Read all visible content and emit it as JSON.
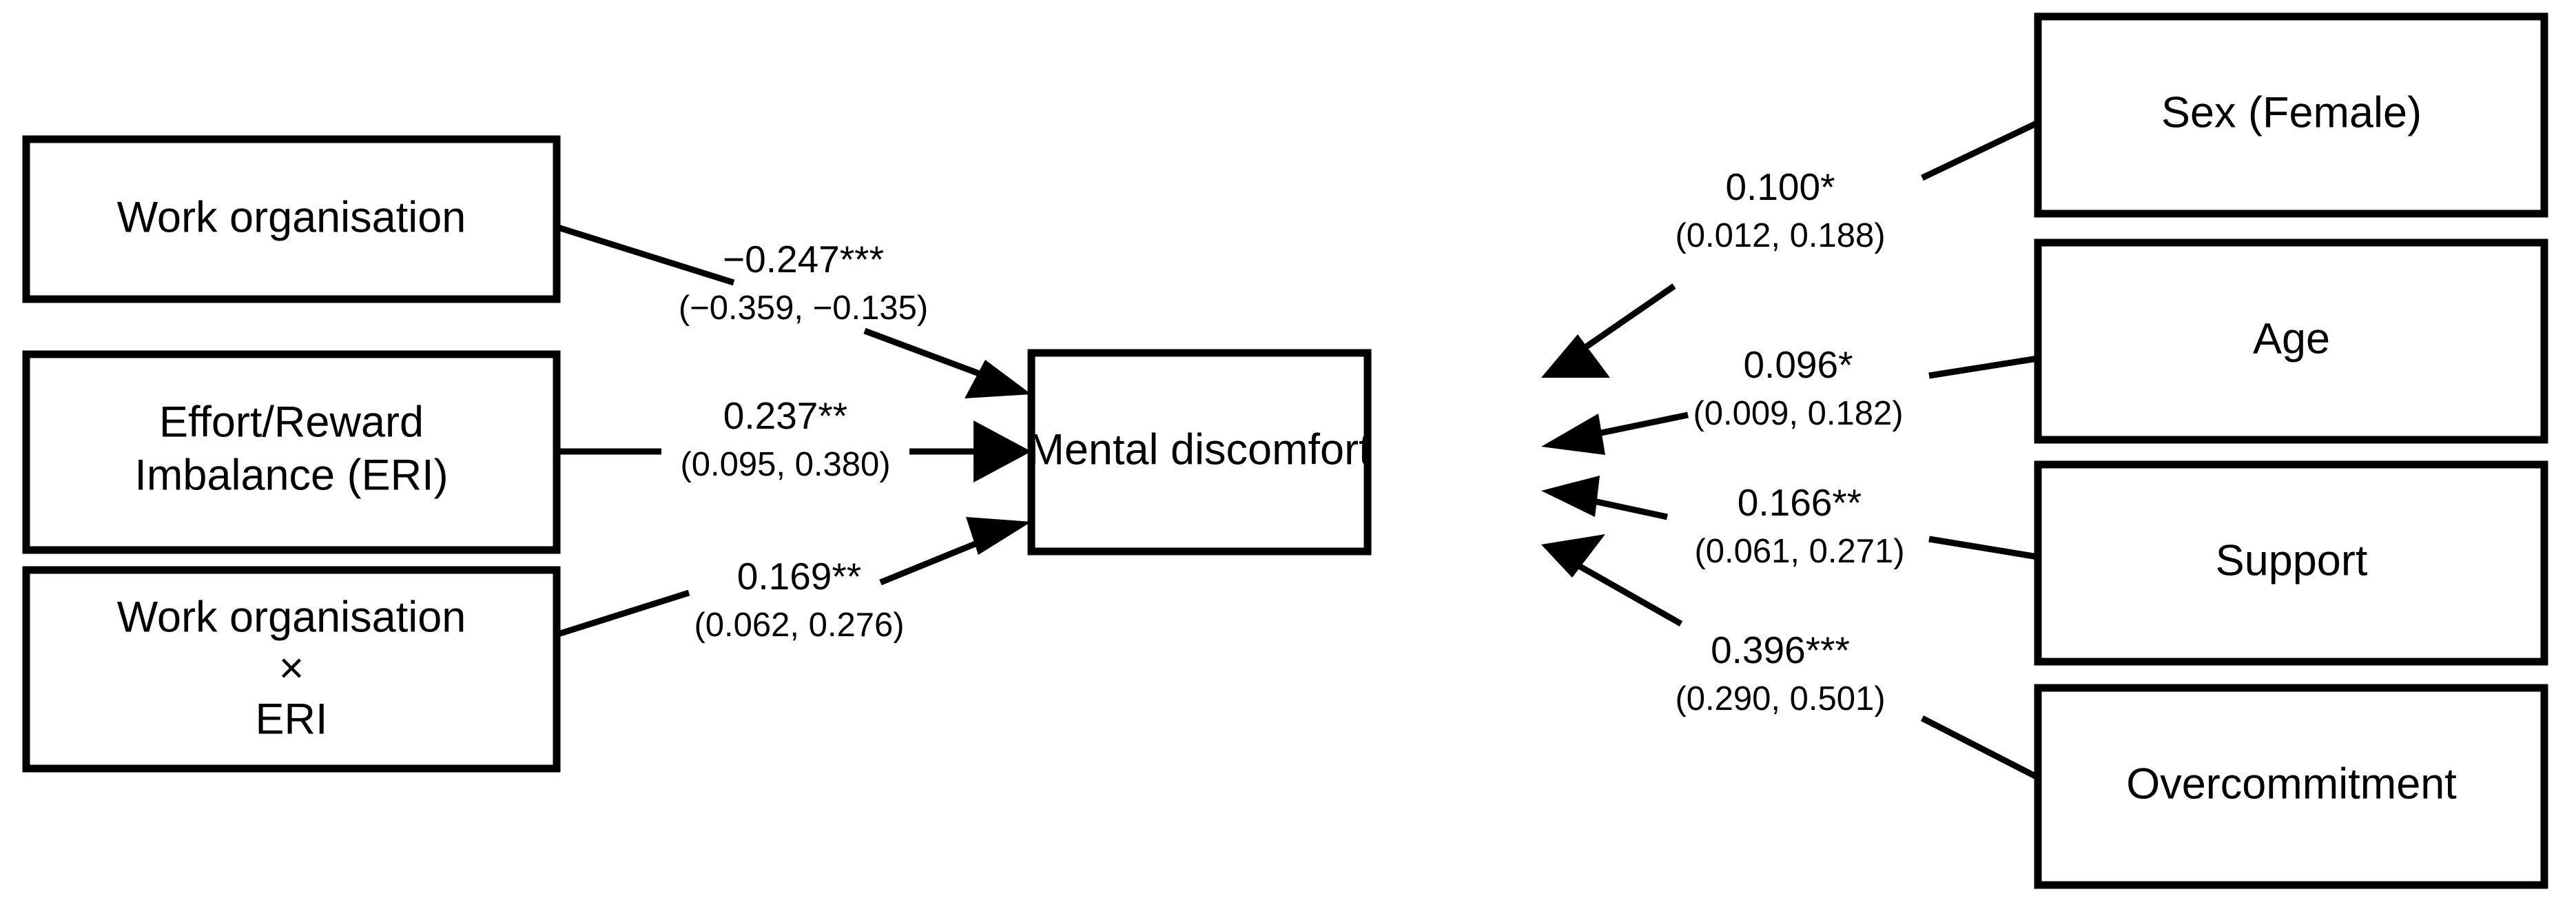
{
  "diagram": {
    "type": "path-diagram",
    "outcome": {
      "id": "mental-discomfort",
      "label": "Mental discomfort"
    },
    "predictors_left": [
      {
        "id": "work-organisation",
        "lines": [
          "Work organisation"
        ]
      },
      {
        "id": "effort-reward-imbalance",
        "lines": [
          "Effort/Reward",
          "Imbalance (ERI)"
        ]
      },
      {
        "id": "work-organisation-x-eri",
        "lines": [
          "Work organisation",
          "×",
          "ERI"
        ]
      }
    ],
    "predictors_right": [
      {
        "id": "sex-female",
        "lines": [
          "Sex (Female)"
        ]
      },
      {
        "id": "age",
        "lines": [
          "Age"
        ]
      },
      {
        "id": "support",
        "lines": [
          "Support"
        ]
      },
      {
        "id": "overcommitment",
        "lines": [
          "Overcommitment"
        ]
      }
    ],
    "paths": [
      {
        "id": "path-work-organisation",
        "from": "work-organisation",
        "to": "mental-discomfort",
        "estimate": "−0.247***",
        "ci": "(−0.359, −0.135)",
        "value": -0.247,
        "ci_low": -0.359,
        "ci_high": -0.135,
        "significance": "***"
      },
      {
        "id": "path-eri",
        "from": "effort-reward-imbalance",
        "to": "mental-discomfort",
        "estimate": "0.237**",
        "ci": "(0.095, 0.380)",
        "value": 0.237,
        "ci_low": 0.095,
        "ci_high": 0.38,
        "significance": "**"
      },
      {
        "id": "path-interaction",
        "from": "work-organisation-x-eri",
        "to": "mental-discomfort",
        "estimate": "0.169**",
        "ci": "(0.062, 0.276)",
        "value": 0.169,
        "ci_low": 0.062,
        "ci_high": 0.276,
        "significance": "**"
      },
      {
        "id": "path-sex",
        "from": "sex-female",
        "to": "mental-discomfort",
        "estimate": "0.100*",
        "ci": "(0.012, 0.188)",
        "value": 0.1,
        "ci_low": 0.012,
        "ci_high": 0.188,
        "significance": "*"
      },
      {
        "id": "path-age",
        "from": "age",
        "to": "mental-discomfort",
        "estimate": "0.096*",
        "ci": "(0.009, 0.182)",
        "value": 0.096,
        "ci_low": 0.009,
        "ci_high": 0.182,
        "significance": "*"
      },
      {
        "id": "path-support",
        "from": "support",
        "to": "mental-discomfort",
        "estimate": "0.166**",
        "ci": "(0.061, 0.271)",
        "value": 0.166,
        "ci_low": 0.061,
        "ci_high": 0.271,
        "significance": "**"
      },
      {
        "id": "path-overcommitment",
        "from": "overcommitment",
        "to": "mental-discomfort",
        "estimate": "0.396***",
        "ci": "(0.290, 0.501)",
        "value": 0.396,
        "ci_low": 0.29,
        "ci_high": 0.501,
        "significance": "***"
      }
    ],
    "colors": {
      "background": "#ffffff",
      "stroke": "#000000",
      "text": "#000000"
    }
  }
}
